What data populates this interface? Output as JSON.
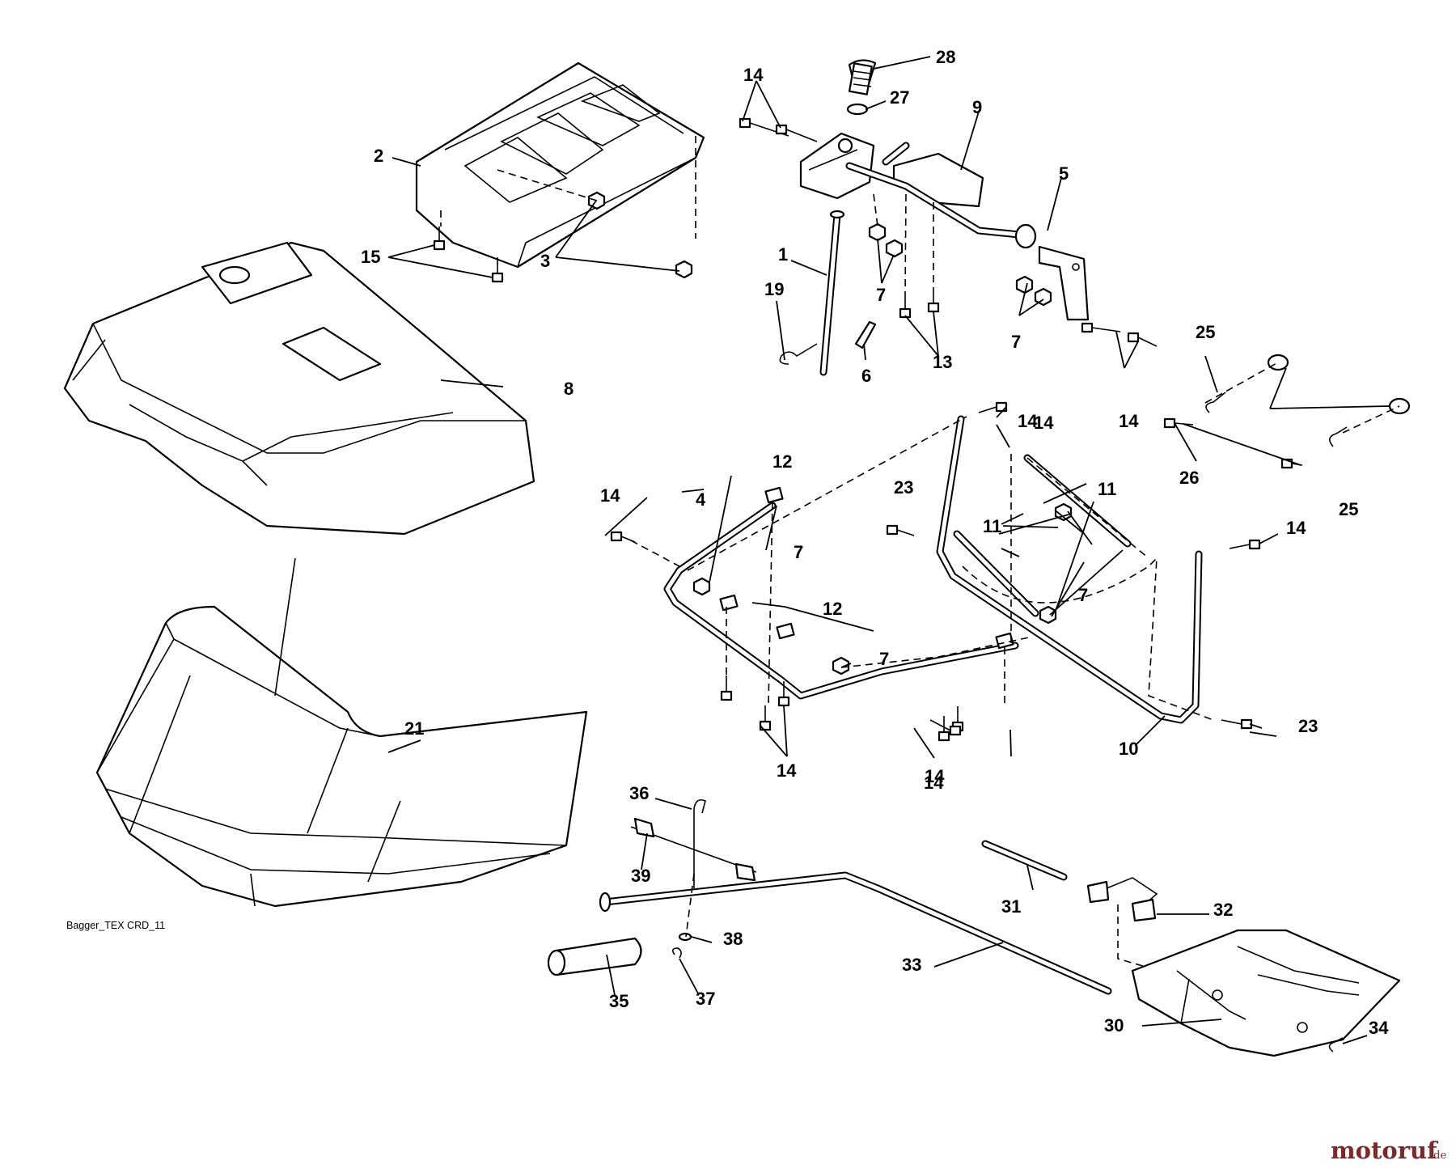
{
  "drawing_id": "Bagger_TEX CRD_11",
  "watermark": {
    "name": "motoruf",
    "tld": ".de",
    "color": "#7a2a2a"
  },
  "callouts": [
    "28",
    "14",
    "27",
    "9",
    "2",
    "5",
    "1",
    "15",
    "3",
    "7",
    "19",
    "13",
    "8",
    "6",
    "25",
    "14",
    "7",
    "12",
    "14",
    "4",
    "26",
    "25",
    "23",
    "11",
    "11",
    "14",
    "7",
    "7",
    "12",
    "7",
    "14",
    "14",
    "14",
    "10",
    "23",
    "21",
    "36",
    "31",
    "32",
    "39",
    "38",
    "33",
    "35",
    "37",
    "30",
    "34",
    "14",
    "14"
  ]
}
